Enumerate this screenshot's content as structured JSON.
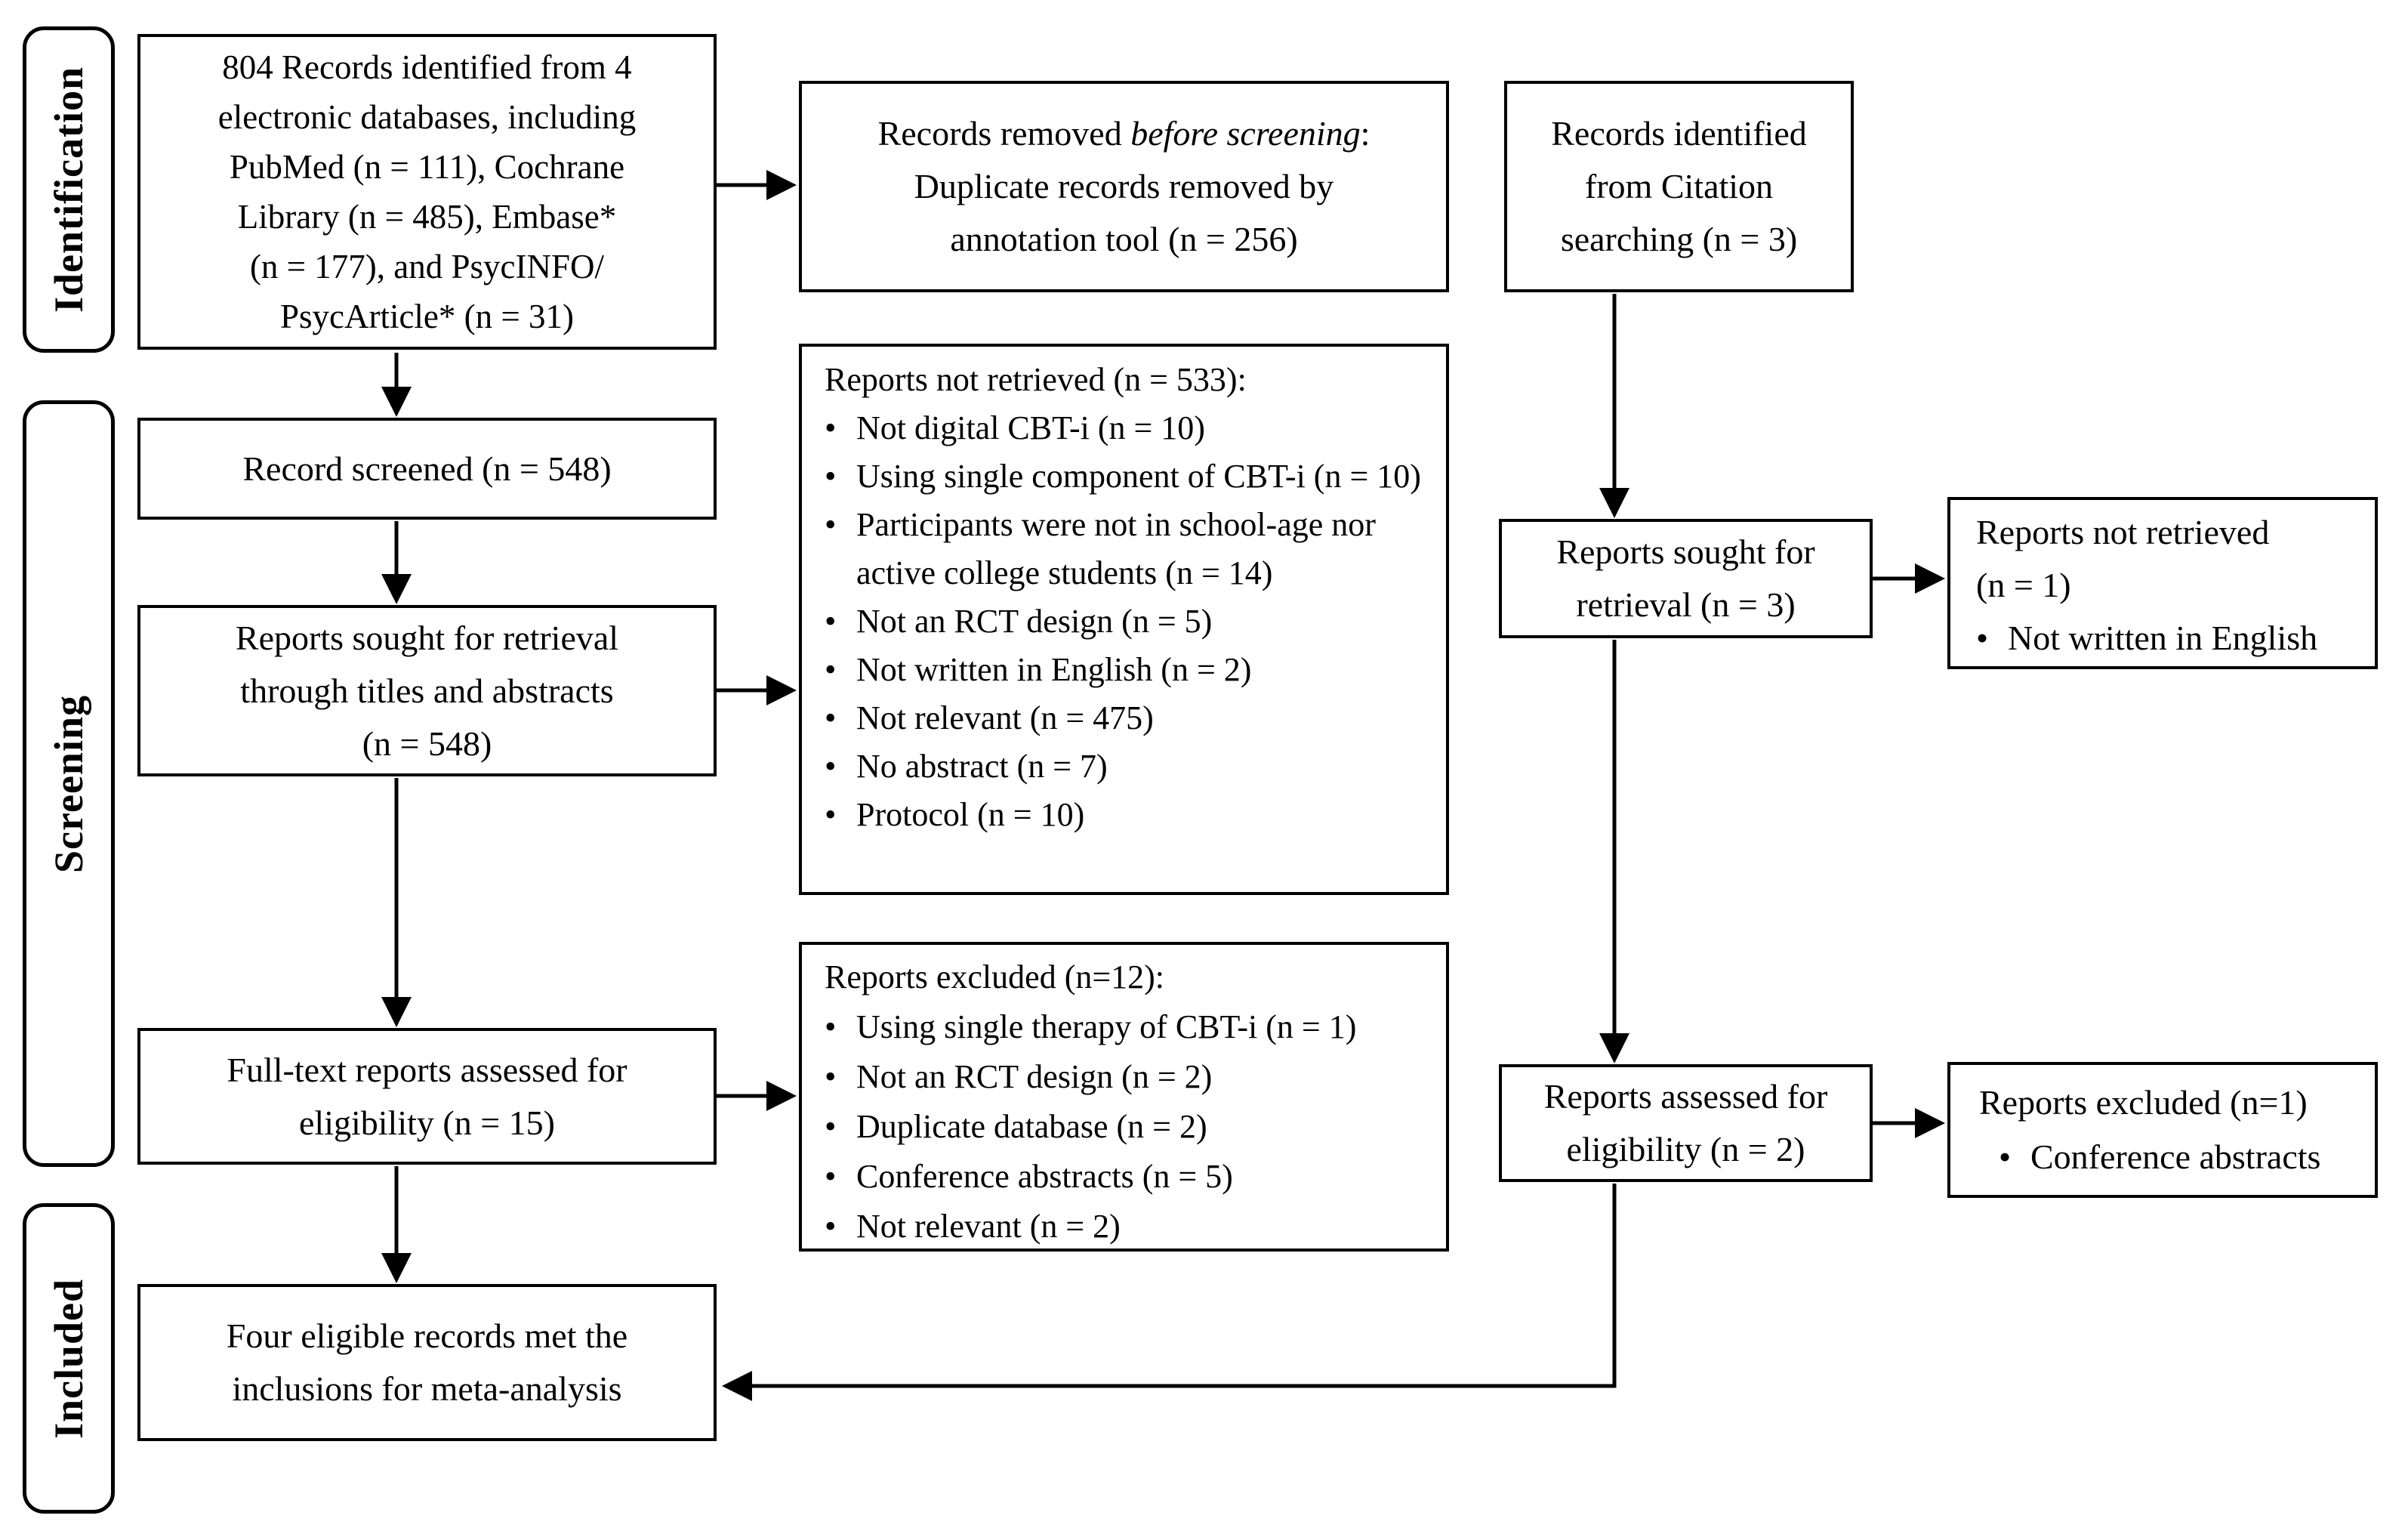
{
  "bullet_char": "•",
  "colors": {
    "ink": "#000000",
    "paper": "#ffffff"
  },
  "stages": {
    "identification": "Identification",
    "screening": "Screening",
    "included": "Included"
  },
  "boxes": {
    "identified": {
      "lines": [
        "804 Records identified from 4",
        "electronic databases, including",
        "PubMed (n = 111), Cochrane",
        "Library (n = 485), Embase*",
        "(n = 177), and PsycINFO/",
        "PsycArticle* (n = 31)"
      ]
    },
    "removed_before_screening": {
      "prefix": "Records removed ",
      "emphasis": "before screening",
      "suffix": ":",
      "lines": [
        "Duplicate records removed by",
        "annotation tool (n = 256)"
      ]
    },
    "citation_identified": {
      "lines": [
        "Records identified",
        "from Citation",
        "searching (n = 3)"
      ]
    },
    "record_screened": {
      "lines": [
        "Record screened (n = 548)"
      ]
    },
    "reports_not_retrieved_main": {
      "title": "Reports not retrieved (n = 533):",
      "items": [
        "Not digital CBT-i (n = 10)",
        "Using single component of CBT-i (n = 10)",
        "Participants were not in school-age nor active college students (n = 14)",
        "Not an RCT design (n = 5)",
        "Not written in English (n = 2)",
        "Not relevant (n = 475)",
        "No abstract (n = 7)",
        "Protocol (n = 10)"
      ]
    },
    "reports_sought_main": {
      "lines": [
        "Reports sought for retrieval",
        "through titles and abstracts",
        "(n = 548)"
      ]
    },
    "reports_sought_citation": {
      "lines": [
        "Reports sought for",
        "retrieval (n = 3)"
      ]
    },
    "reports_not_retrieved_citation": {
      "lines": [
        "Reports not retrieved",
        "(n = 1)"
      ],
      "items": [
        "Not written in English"
      ]
    },
    "reports_excluded_main": {
      "title": "Reports excluded (n=12):",
      "items": [
        "Using single therapy of CBT-i (n = 1)",
        "Not an RCT design (n = 2)",
        "Duplicate database (n = 2)",
        "Conference abstracts (n = 5)",
        "Not relevant (n = 2)"
      ]
    },
    "fulltext_assessed": {
      "lines": [
        "Full-text reports assessed for",
        "eligibility (n = 15)"
      ]
    },
    "reports_assessed_citation": {
      "lines": [
        "Reports assessed for",
        "eligibility (n = 2)"
      ]
    },
    "reports_excluded_citation": {
      "title": "Reports excluded (n=1)",
      "items": [
        "Conference abstracts"
      ]
    },
    "included_final": {
      "lines": [
        "Four eligible records met the",
        "inclusions for meta-analysis"
      ]
    }
  }
}
